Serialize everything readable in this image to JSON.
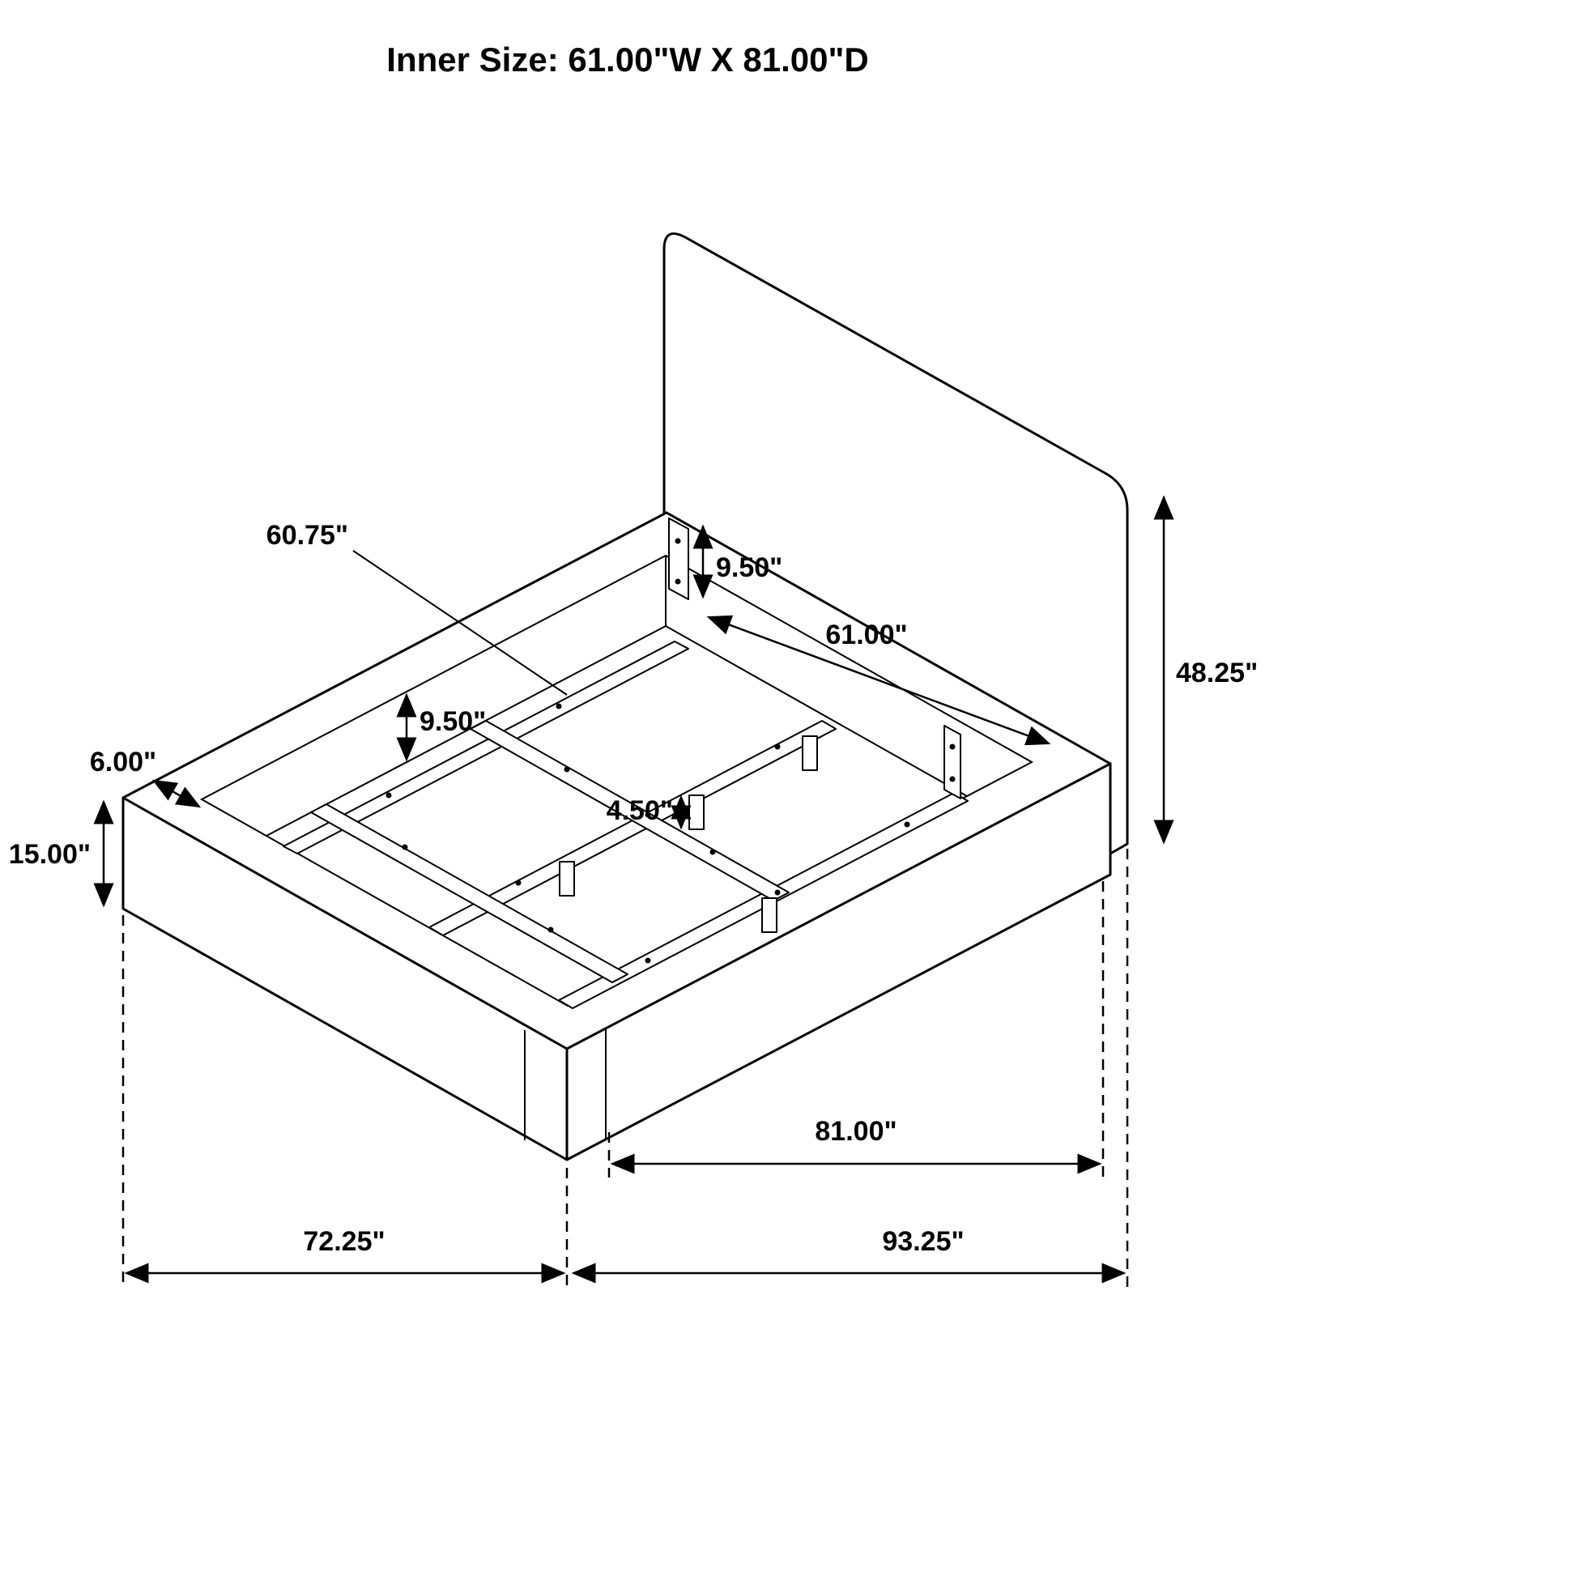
{
  "title": "Inner Size: 61.00\"W X 81.00\"D",
  "labels": {
    "slat_rail_length": "60.75\"",
    "head_bracket_height": "9.50\"",
    "inner_width": "61.00\"",
    "headboard_height": "48.25\"",
    "side_rail_inner_height": "9.50\"",
    "rail_top_width": "6.00\"",
    "base_height": "15.00\"",
    "support_leg_height": "4.50\"",
    "inner_depth": "81.00\"",
    "outer_width": "72.25\"",
    "overall_depth": "93.25\""
  },
  "colors": {
    "line": "#000000",
    "background": "#ffffff",
    "text": "#000000"
  }
}
